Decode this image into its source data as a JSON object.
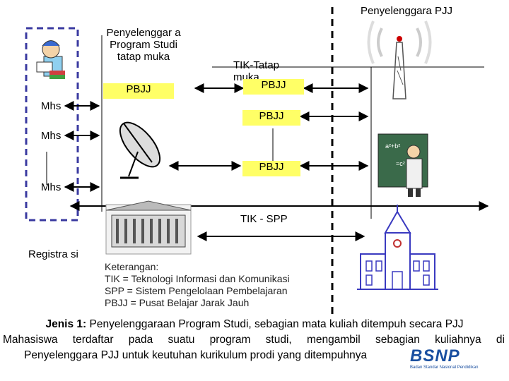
{
  "labels": {
    "pjj_provider": "Penyelenggara PJJ",
    "program_provider": "Penyelenggar a Program Studi tatap muka",
    "pbjj_1": "PBJJ",
    "tik_tatap_muka": "TIK-Tatap muka",
    "pbjj_2": "PBJJ",
    "pbjj_3": "PBJJ",
    "pbjj_4": "PBJJ",
    "mhs_1": "Mhs",
    "mhs_2": "Mhs",
    "mhs_3": "Mhs",
    "tik_spp": "TIK - SPP",
    "registrasi": "Registra si"
  },
  "legend": {
    "title": "Keterangan:",
    "items": [
      "TIK = Teknologi Informasi dan Komunikasi",
      "SPP = Sistem Pengelolaan Pembelajaran",
      "PBJJ = Pusat Belajar Jarak Jauh"
    ]
  },
  "footer": {
    "line1_bold": "Jenis 1:",
    "line1_rest": " Penyelenggaraan Program Studi, sebagian mata kuliah ditempuh secara PJJ",
    "line2": "Mahasiswa terdaftar pada suatu program studi, mengambil sebagian kuliahnya di",
    "line3": "Penyelenggara PJJ  untuk keutuhan kurikulum prodi yang ditempuhnya"
  },
  "logo": {
    "text": "BSNP",
    "subtitle": "Badan Standar Nasional Pendidikan"
  },
  "colors": {
    "highlight": "#ffff66",
    "dashed_border": "#3a3aa0",
    "logo_blue": "#1a4fa0"
  }
}
